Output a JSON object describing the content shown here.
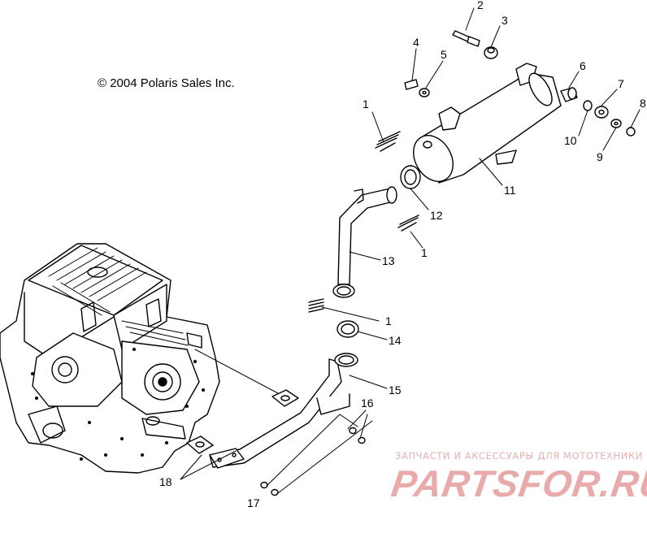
{
  "copyright": "© 2004 Polaris Sales Inc.",
  "watermark": {
    "line1": "ЗАПЧАСТИ И АКСЕССУАРЫ ДЛЯ МОТОТЕХНИКИ",
    "logo": "PARTSFOR.RU",
    "color": "#e8aaaa"
  },
  "callouts": [
    {
      "id": "c1a",
      "label": "1"
    },
    {
      "id": "c1b",
      "label": "1"
    },
    {
      "id": "c1c",
      "label": "1"
    },
    {
      "id": "c2",
      "label": "2"
    },
    {
      "id": "c3",
      "label": "3"
    },
    {
      "id": "c4",
      "label": "4"
    },
    {
      "id": "c5",
      "label": "5"
    },
    {
      "id": "c6",
      "label": "6"
    },
    {
      "id": "c7",
      "label": "7"
    },
    {
      "id": "c8",
      "label": "8"
    },
    {
      "id": "c9",
      "label": "9"
    },
    {
      "id": "c10",
      "label": "10"
    },
    {
      "id": "c11",
      "label": "11"
    },
    {
      "id": "c12",
      "label": "12"
    },
    {
      "id": "c13",
      "label": "13"
    },
    {
      "id": "c14",
      "label": "14"
    },
    {
      "id": "c15",
      "label": "15"
    },
    {
      "id": "c16",
      "label": "16"
    },
    {
      "id": "c17",
      "label": "17"
    },
    {
      "id": "c18",
      "label": "18"
    }
  ]
}
